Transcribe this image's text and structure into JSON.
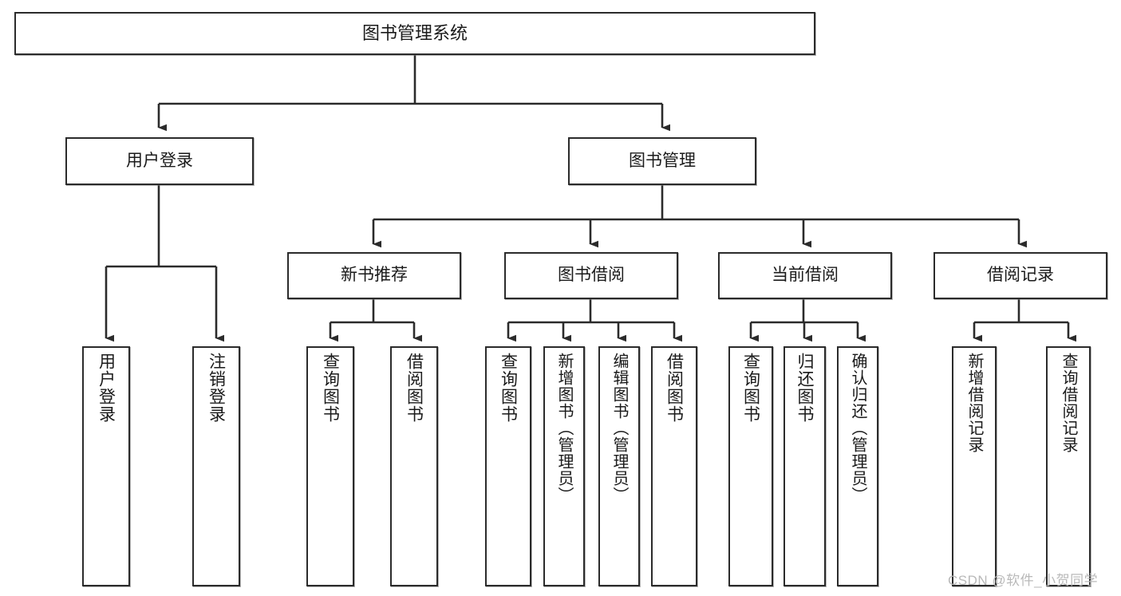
{
  "diagram": {
    "type": "tree",
    "title": "图书管理系统",
    "root": {
      "id": "root",
      "label": "图书管理系统"
    },
    "level2": [
      {
        "id": "user-login",
        "label": "用户登录"
      },
      {
        "id": "book-manage",
        "label": "图书管理"
      }
    ],
    "level3": [
      {
        "id": "new-book-rec",
        "label": "新书推荐",
        "parent": "book-manage"
      },
      {
        "id": "book-borrow",
        "label": "图书借阅",
        "parent": "book-manage"
      },
      {
        "id": "current-borrow",
        "label": "当前借阅",
        "parent": "book-manage"
      },
      {
        "id": "borrow-record",
        "label": "借阅记录",
        "parent": "book-manage"
      }
    ],
    "leaves": [
      {
        "id": "leaf-user-login",
        "label": "用户登录",
        "parent": "user-login"
      },
      {
        "id": "leaf-logout",
        "label": "注销登录",
        "parent": "user-login"
      },
      {
        "id": "leaf-query-book-1",
        "label": "查询图书",
        "parent": "new-book-rec"
      },
      {
        "id": "leaf-borrow-book-1",
        "label": "借阅图书",
        "parent": "new-book-rec"
      },
      {
        "id": "leaf-query-book-2",
        "label": "查询图书",
        "parent": "book-borrow"
      },
      {
        "id": "leaf-add-book",
        "label": "新增图书（管理员）",
        "parent": "book-borrow"
      },
      {
        "id": "leaf-edit-book",
        "label": "编辑图书（管理员）",
        "parent": "book-borrow"
      },
      {
        "id": "leaf-borrow-book-2",
        "label": "借阅图书",
        "parent": "book-borrow"
      },
      {
        "id": "leaf-query-book-3",
        "label": "查询图书",
        "parent": "current-borrow"
      },
      {
        "id": "leaf-return-book",
        "label": "归还图书",
        "parent": "current-borrow"
      },
      {
        "id": "leaf-confirm-return",
        "label": "确认归还（管理员）",
        "parent": "current-borrow"
      },
      {
        "id": "leaf-add-record",
        "label": "新增借阅记录",
        "parent": "borrow-record"
      },
      {
        "id": "leaf-query-record",
        "label": "查询借阅记录",
        "parent": "borrow-record"
      }
    ],
    "colors": {
      "border": "#2b2b2b",
      "background": "#ffffff",
      "edge": "#2b2b2b",
      "text": "#1a1a1a",
      "watermark": "#b9b9b9"
    }
  },
  "watermark": {
    "text": "CSDN @软件_小贺同学"
  }
}
